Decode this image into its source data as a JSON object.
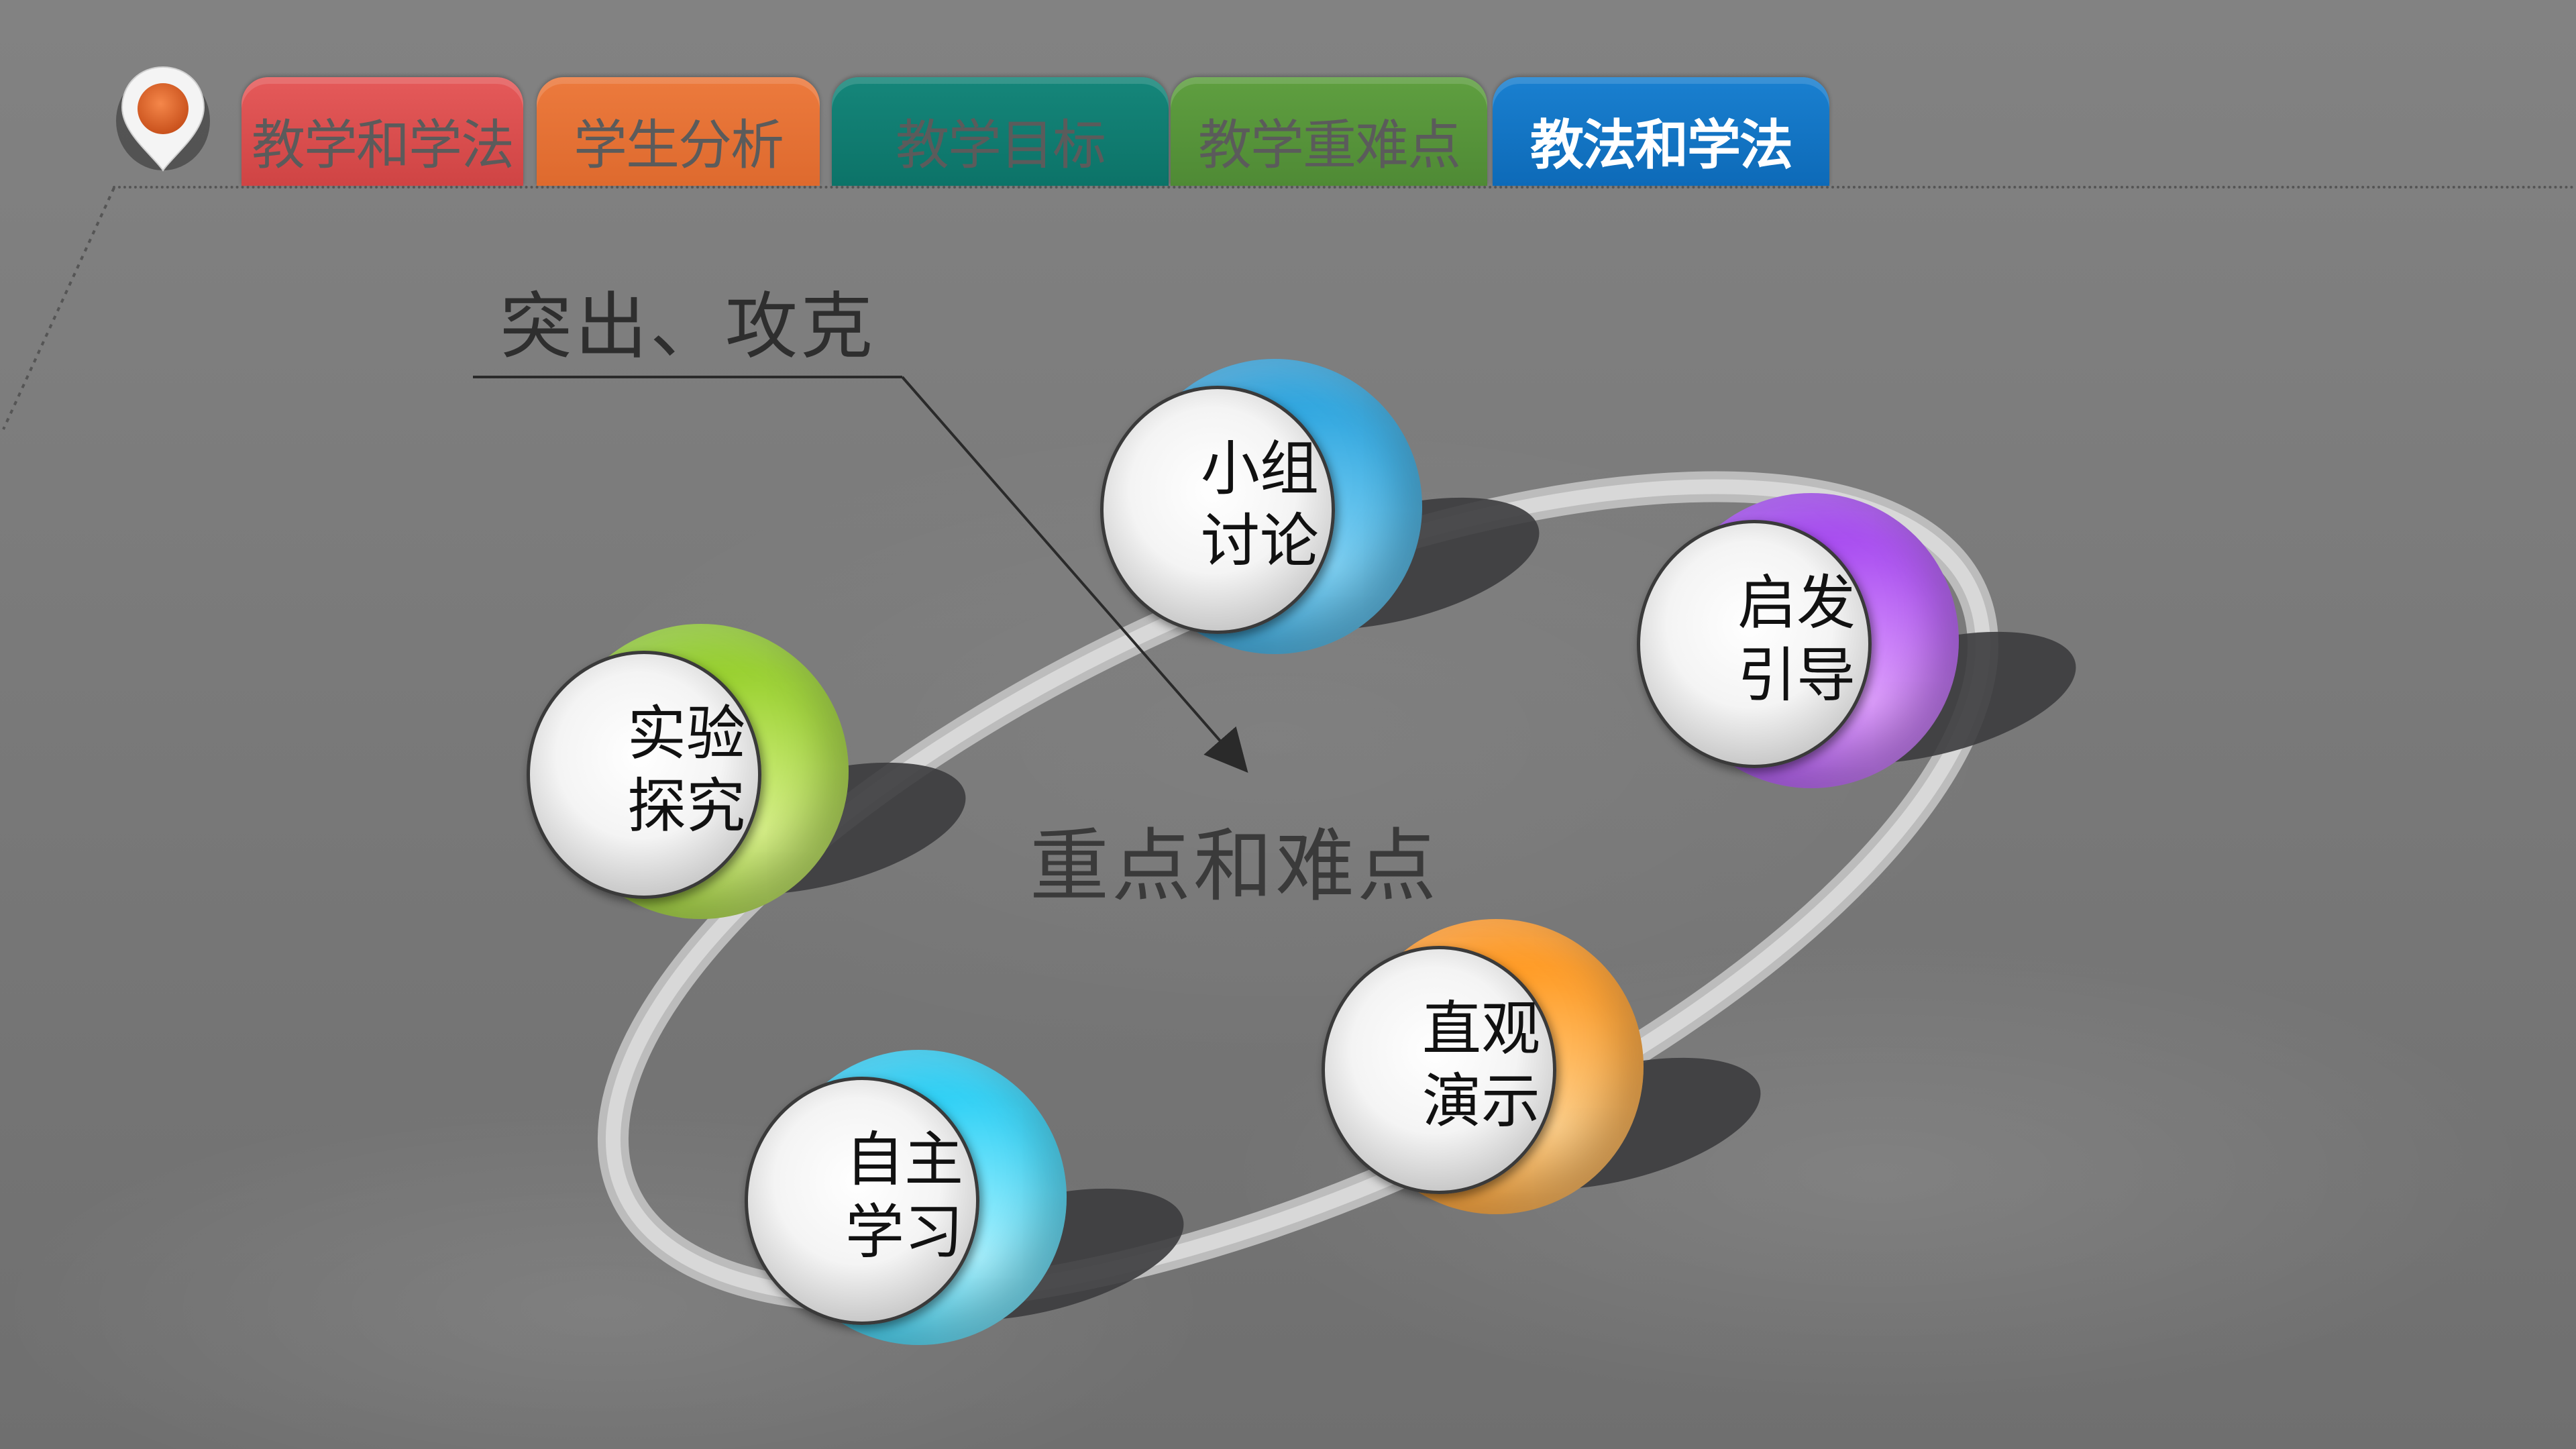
{
  "header": {
    "tabs": [
      {
        "label": "教学和学法",
        "color": "#d94b4b"
      },
      {
        "label": "学生分析",
        "color": "#e67334"
      },
      {
        "label": "教学目标",
        "color": "#0f7c70"
      },
      {
        "label": "教学重难点",
        "color": "#56953a"
      },
      {
        "label": "教法和学法",
        "color": "#1275c4",
        "active": true
      }
    ],
    "pin_icon": "location-pin-icon",
    "pin_color": "#e0672e"
  },
  "main": {
    "subtitle": "突出、攻克",
    "center_label": "重点和难点",
    "nodes": [
      {
        "label": "小组\n讨论",
        "color": "#2fa6df"
      },
      {
        "label": "启发\n引导",
        "color": "#a84cf0"
      },
      {
        "label": "实验\n探究",
        "color": "#98d02e"
      },
      {
        "label": "直观\n演示",
        "color": "#ff9b24"
      },
      {
        "label": "自主\n学习",
        "color": "#2fd0f5"
      }
    ]
  }
}
